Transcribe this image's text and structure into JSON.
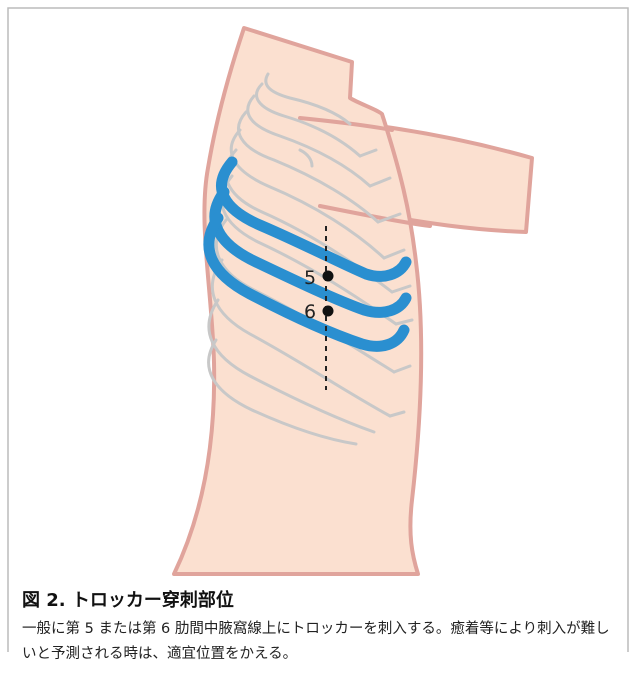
{
  "figure": {
    "markers": [
      {
        "label": "5"
      },
      {
        "label": "6"
      }
    ]
  },
  "caption": {
    "title": "図 2. トロッカー穿刺部位",
    "body": "一般に第 5 または第 6 肋間中腋窩線上にトロッカーを刺入する。癒着等により刺入が難しいと予測される時は、適宜位置をかえる。"
  },
  "colors": {
    "skin": "#fbe0d0",
    "skin_outline": "#e0a49c",
    "rib_gray": "#c8c8c8",
    "highlight_rib": "#2a8fd0",
    "frame_border": "#bbbbbb"
  }
}
